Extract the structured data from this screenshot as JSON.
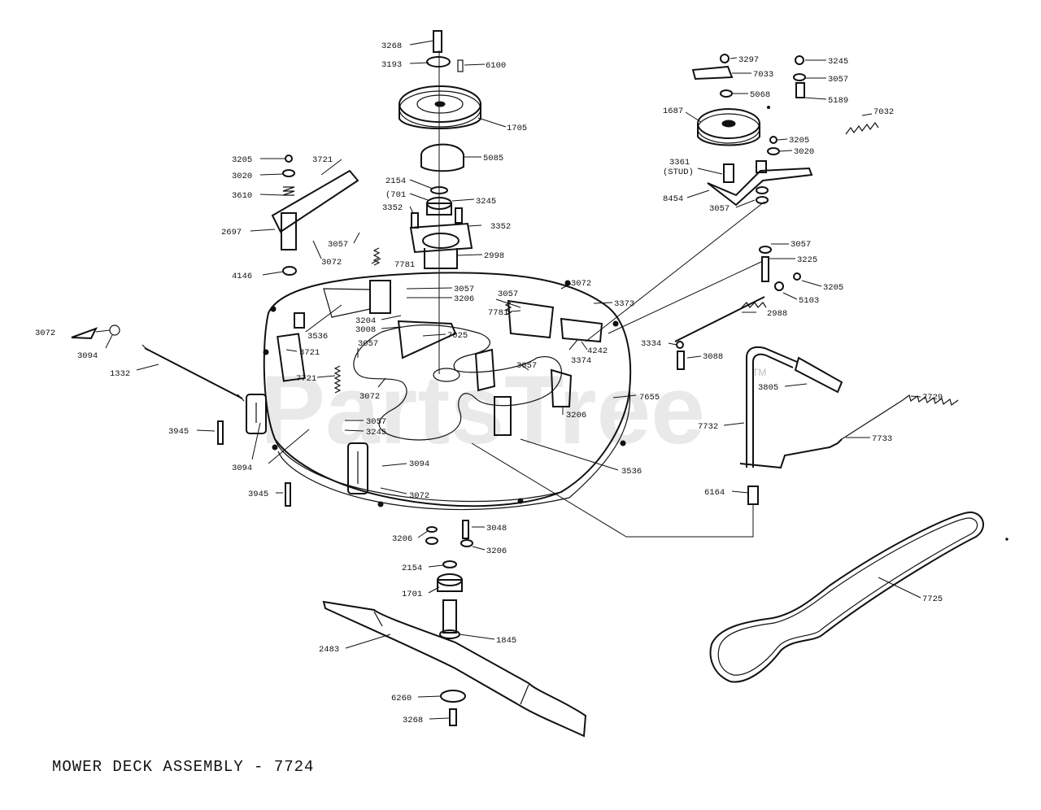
{
  "diagram": {
    "title": "MOWER DECK ASSEMBLY - 7724",
    "watermark": "PartsTree",
    "watermark_mark": "TM",
    "parts": [
      {
        "id": "p3268a",
        "label": "3268"
      },
      {
        "id": "p3193",
        "label": "3193"
      },
      {
        "id": "p6100",
        "label": "6100"
      },
      {
        "id": "p1705",
        "label": "1705"
      },
      {
        "id": "p5085",
        "label": "5085"
      },
      {
        "id": "p2154a",
        "label": "2154"
      },
      {
        "id": "p1701a",
        "label": "(701"
      },
      {
        "id": "p3245a",
        "label": "3245"
      },
      {
        "id": "p3352a",
        "label": "3352"
      },
      {
        "id": "p3352b",
        "label": "3352"
      },
      {
        "id": "p2998",
        "label": "2998"
      },
      {
        "id": "p3205a",
        "label": "3205"
      },
      {
        "id": "p3721a",
        "label": "3721"
      },
      {
        "id": "p3020a",
        "label": "3020"
      },
      {
        "id": "p3610",
        "label": "3610"
      },
      {
        "id": "p2697",
        "label": "2697"
      },
      {
        "id": "p3057a",
        "label": "3057"
      },
      {
        "id": "p3072a",
        "label": "3072"
      },
      {
        "id": "p7781a",
        "label": "7781"
      },
      {
        "id": "p4146",
        "label": "4146"
      },
      {
        "id": "p3057b",
        "label": "3057"
      },
      {
        "id": "p3206a",
        "label": "3206"
      },
      {
        "id": "p3204",
        "label": "3204"
      },
      {
        "id": "p3008",
        "label": "3008"
      },
      {
        "id": "p7025",
        "label": "7025"
      },
      {
        "id": "p3536a",
        "label": "3536"
      },
      {
        "id": "p3721b",
        "label": "3721"
      },
      {
        "id": "p3072b",
        "label": "3072"
      },
      {
        "id": "p3094a",
        "label": "3094"
      },
      {
        "id": "p1332",
        "label": "1332"
      },
      {
        "id": "p3057c",
        "label": "3057"
      },
      {
        "id": "p7721",
        "label": "7721"
      },
      {
        "id": "p3072c",
        "label": "3072"
      },
      {
        "id": "p3057d",
        "label": "3057"
      },
      {
        "id": "p7781b",
        "label": "7781"
      },
      {
        "id": "p3072d",
        "label": "3072"
      },
      {
        "id": "p3373",
        "label": "3373"
      },
      {
        "id": "p3374",
        "label": "3374"
      },
      {
        "id": "p4242",
        "label": "4242"
      },
      {
        "id": "p3057e",
        "label": "3057"
      },
      {
        "id": "p3206b",
        "label": "3206"
      },
      {
        "id": "p7655",
        "label": "7655"
      },
      {
        "id": "p3536b",
        "label": "3536"
      },
      {
        "id": "p3945a",
        "label": "3945"
      },
      {
        "id": "p3057f",
        "label": "3057"
      },
      {
        "id": "p3245b",
        "label": "3245"
      },
      {
        "id": "p3094b",
        "label": "3094"
      },
      {
        "id": "p3094c",
        "label": "3094"
      },
      {
        "id": "p3072e",
        "label": "3072"
      },
      {
        "id": "p3945b",
        "label": "3945"
      },
      {
        "id": "p3297",
        "label": "3297"
      },
      {
        "id": "p3245c",
        "label": "3245"
      },
      {
        "id": "p7033",
        "label": "7033"
      },
      {
        "id": "p3057g",
        "label": "3057"
      },
      {
        "id": "p5068",
        "label": "5068"
      },
      {
        "id": "p5189",
        "label": "5189"
      },
      {
        "id": "p1687",
        "label": "1687"
      },
      {
        "id": "p7032",
        "label": "7032"
      },
      {
        "id": "p3205b",
        "label": "3205"
      },
      {
        "id": "p3020b",
        "label": "3020"
      },
      {
        "id": "p3361",
        "label": "3361"
      },
      {
        "id": "p3361s",
        "label": "(STUD)"
      },
      {
        "id": "p8454",
        "label": "8454"
      },
      {
        "id": "p3057h",
        "label": "3057"
      },
      {
        "id": "p3057i",
        "label": "3057"
      },
      {
        "id": "p3225",
        "label": "3225"
      },
      {
        "id": "p3205c",
        "label": "3205"
      },
      {
        "id": "p5103",
        "label": "5103"
      },
      {
        "id": "p2988",
        "label": "2988"
      },
      {
        "id": "p3334",
        "label": "3334"
      },
      {
        "id": "p3088",
        "label": "3088"
      },
      {
        "id": "p3805",
        "label": "3805"
      },
      {
        "id": "p7729",
        "label": "7729"
      },
      {
        "id": "p7732",
        "label": "7732"
      },
      {
        "id": "p7733",
        "label": "7733"
      },
      {
        "id": "p6164",
        "label": "6164"
      },
      {
        "id": "p3206c",
        "label": "3206"
      },
      {
        "id": "p3048",
        "label": "3048"
      },
      {
        "id": "p3206d",
        "label": "3206"
      },
      {
        "id": "p2154b",
        "label": "2154"
      },
      {
        "id": "p1701b",
        "label": "1701"
      },
      {
        "id": "p1845",
        "label": "1845"
      },
      {
        "id": "p2483",
        "label": "2483"
      },
      {
        "id": "p6260",
        "label": "6260"
      },
      {
        "id": "p3268b",
        "label": "3268"
      },
      {
        "id": "p7725",
        "label": "7725"
      }
    ]
  }
}
